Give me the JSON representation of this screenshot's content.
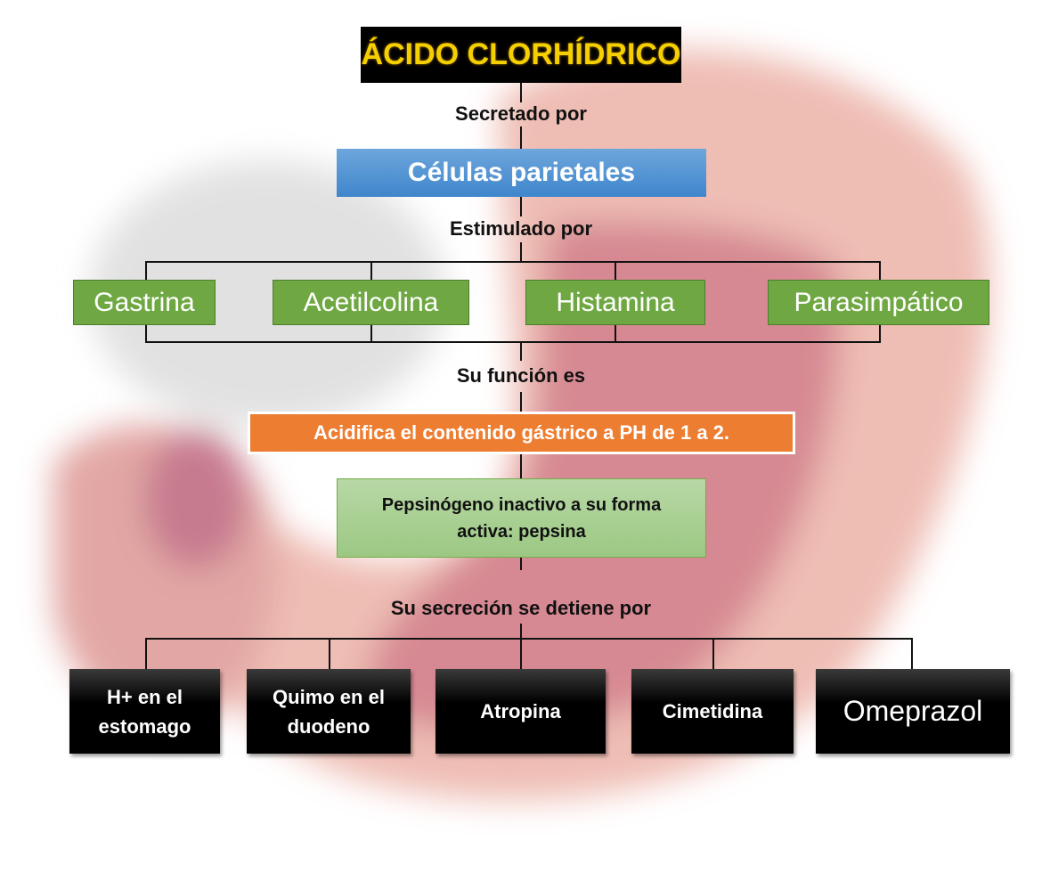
{
  "title": "ÁCIDO CLORHÍDRICO",
  "link_secreted": "Secretado por",
  "secreted_by": "Células parietales",
  "link_stimulated": "Estimulado por",
  "stimulants": [
    "Gastrina",
    "Acetilcolina",
    "Histamina",
    "Parasimpático"
  ],
  "link_function": "Su función es",
  "function_main": "Acidifica el contenido gástrico a PH de 1 a 2.",
  "function_secondary": "Pepsinógeno inactivo a su forma activa: pepsina",
  "link_inhibited": "Su secreción se detiene por",
  "inhibitors": [
    "H+ en el estomago",
    "Quimo en el duodeno",
    "Atropina",
    "Cimetidina",
    "Omeprazol"
  ],
  "colors": {
    "title_bg": "#000000",
    "title_text": "#f5d000",
    "blue": "#4a8fd2",
    "green": "#6fa843",
    "orange": "#ed7d31",
    "light_green": "#a9d18e",
    "black": "#000000"
  }
}
